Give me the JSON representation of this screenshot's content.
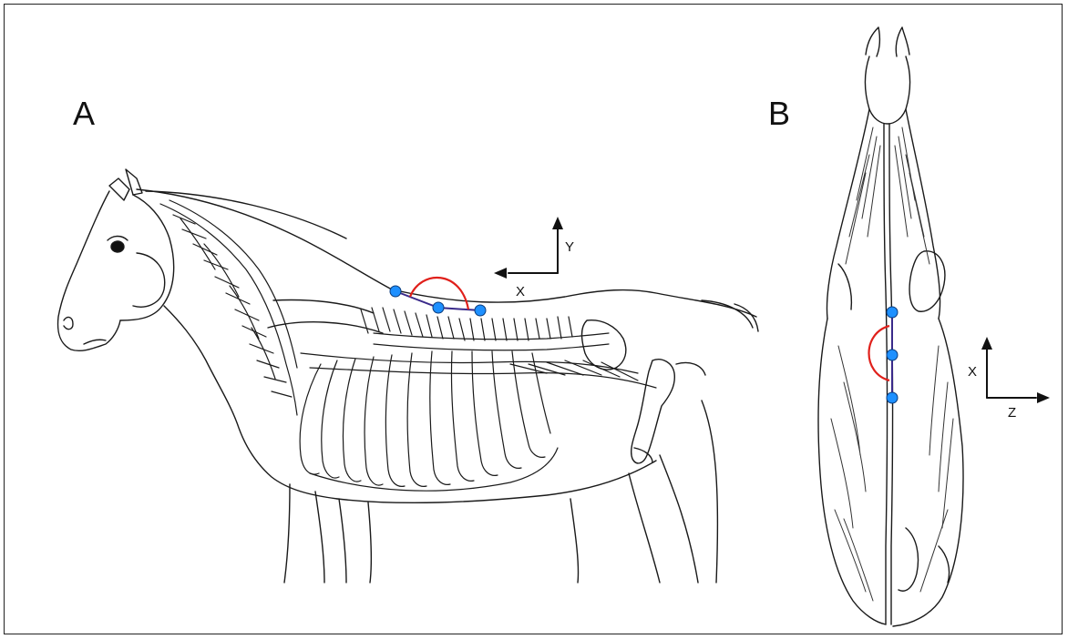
{
  "figure": {
    "panel_a": {
      "label": "A",
      "axes": {
        "vertical": "Y",
        "horizontal": "X"
      }
    },
    "panel_b": {
      "label": "B",
      "axes": {
        "vertical": "X",
        "horizontal": "Z"
      }
    },
    "colors": {
      "marker": "#1e90ff",
      "marker_stroke": "#0a3a7a",
      "angle_arc": "#e0201b",
      "segment": "#3a2a8a",
      "drawing": "#1a1a1a"
    }
  }
}
